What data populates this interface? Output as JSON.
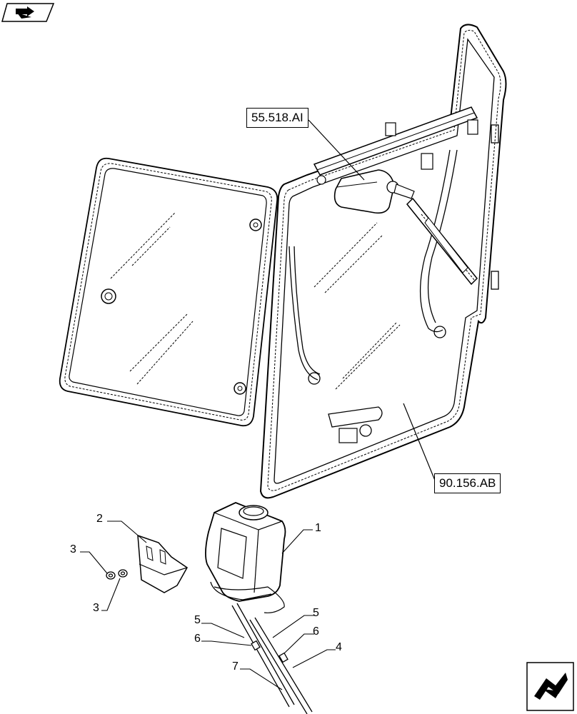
{
  "references": {
    "wiper_motor_ref": "55.518.AI",
    "door_ref": "90.156.AB"
  },
  "callouts": {
    "reservoir": "1",
    "bracket": "2",
    "nut_upper": "3",
    "nut_lower": "3",
    "hose_right": "4",
    "hose_left_upper": "5",
    "hose_right_upper": "5",
    "connector_left": "6",
    "connector_right": "6",
    "hose_left": "7"
  },
  "icons": {
    "top_left": "previous-page-arrow-icon",
    "bottom_right": "next-page-arrow-icon"
  }
}
